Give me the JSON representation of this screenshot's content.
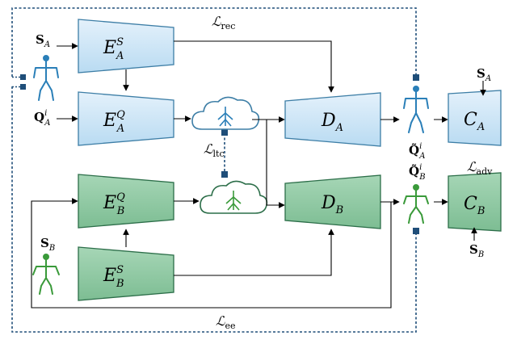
{
  "colors": {
    "blue_fill": "#cfe6f7",
    "blue_stroke": "#3d7ea6",
    "green_fill": "#8dc7a2",
    "green_stroke": "#2c6e49",
    "dashed_line": "#1f4e79",
    "arrow": "#000000",
    "skeleton_blue": "#2a7fb8",
    "skeleton_green": "#3a9a3a"
  },
  "blocks": {
    "esa": {
      "main": "E",
      "sup": "S",
      "sub": "A"
    },
    "eqa": {
      "main": "E",
      "sup": "Q",
      "sub": "A"
    },
    "eqb": {
      "main": "E",
      "sup": "Q",
      "sub": "B"
    },
    "esb": {
      "main": "E",
      "sup": "S",
      "sub": "B"
    },
    "da": {
      "main": "D",
      "sub": "A"
    },
    "db": {
      "main": "D",
      "sub": "B"
    },
    "ca": {
      "main": "C",
      "sub": "A"
    },
    "cb": {
      "main": "C",
      "sub": "B"
    }
  },
  "inputs": {
    "sa": {
      "main": "S",
      "sub": "A"
    },
    "qa": {
      "main": "Q",
      "sup": "i",
      "sub": "A"
    },
    "sb": {
      "main": "S",
      "sub": "B"
    }
  },
  "outputs": {
    "qa_tilde": {
      "main": "Q̃",
      "sup": "i",
      "sub": "A"
    },
    "qb_tilde": {
      "main": "Q̃",
      "sup": "i",
      "sub": "B"
    },
    "sa_right": {
      "main": "S",
      "sub": "A"
    },
    "sb_right": {
      "main": "S",
      "sub": "B"
    }
  },
  "losses": {
    "rec": {
      "main": "ℒ",
      "sub": "rec"
    },
    "ltc": {
      "main": "ℒ",
      "sub": "ltc"
    },
    "adv": {
      "main": "ℒ",
      "sub": "adv"
    },
    "ee": {
      "main": "ℒ",
      "sub": "ee"
    }
  }
}
